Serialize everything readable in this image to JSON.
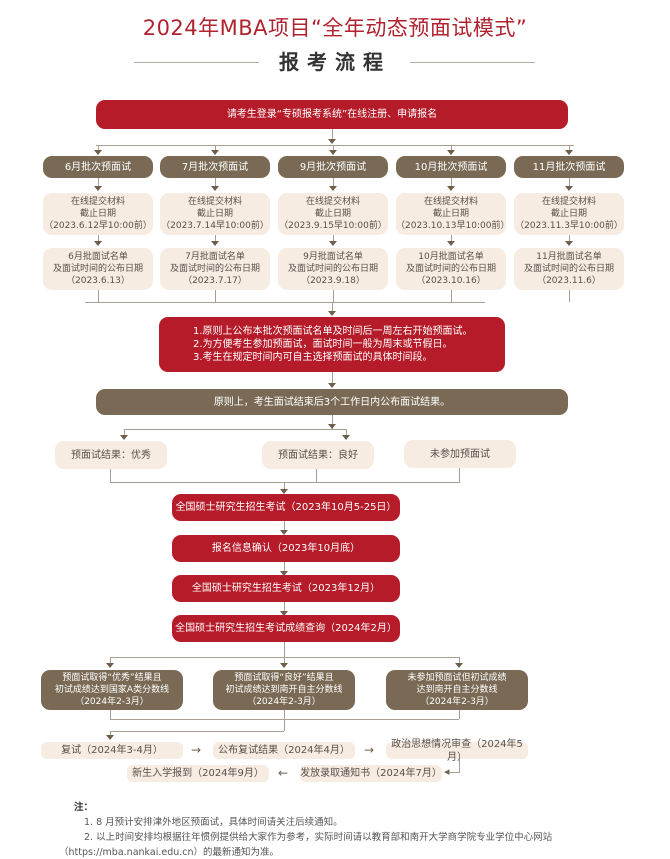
{
  "header": {
    "title": "2024年MBA项目“全年动态预面试模式”",
    "subtitle": "报考流程"
  },
  "colors": {
    "red": "#b51b28",
    "brown": "#7a6a55",
    "beige": "#f6ece2",
    "title_red": "#b0222e",
    "connector": "#a89e92"
  },
  "step_register": "请考生登录“专硕报考系统”在线注册、申请报名",
  "batches": [
    {
      "label": "6月批次预面试",
      "submit": [
        "在线提交材料",
        "截止日期",
        "（2023.6.12早10:00前）"
      ],
      "announce": [
        "6月批面试名单",
        "及面试时间的公布日期",
        "（2023.6.13）"
      ]
    },
    {
      "label": "7月批次预面试",
      "submit": [
        "在线提交材料",
        "截止日期",
        "（2023.7.14早10:00前）"
      ],
      "announce": [
        "7月批面试名单",
        "及面试时间的公布日期",
        "（2023.7.17）"
      ]
    },
    {
      "label": "9月批次预面试",
      "submit": [
        "在线提交材料",
        "截止日期",
        "（2023.9.15早10:00前）"
      ],
      "announce": [
        "9月批面试名单",
        "及面试时间的公布日期",
        "（2023.9.18）"
      ]
    },
    {
      "label": "10月批次预面试",
      "submit": [
        "在线提交材料",
        "截止日期",
        "（2023.10.13早10:00前）"
      ],
      "announce": [
        "10月批面试名单",
        "及面试时间的公布日期",
        "（2023.10.16）"
      ]
    },
    {
      "label": "11月批次预面试",
      "submit": [
        "在线提交材料",
        "截止日期",
        "（2023.11.3早10:00前）"
      ],
      "announce": [
        "11月批面试名单",
        "及面试时间的公布日期",
        "（2023.11.6）"
      ]
    }
  ],
  "rules": [
    "1.原则上公布本批次预面试名单及时间后一周左右开始预面试。",
    "2.为方便考生参加预面试，面试时间一般为周末或节假日。",
    "3.考生在规定时间内可自主选择预面试的具体时间段。"
  ],
  "result_notice": "原则上，考生面试结束后3个工作日内公布面试结果。",
  "results": [
    "预面试结果：优秀",
    "预面试结果：良好",
    "未参加预面试"
  ],
  "exam_steps": [
    "全国硕士研究生招生考试（2023年10月5-25日）",
    "报名信息确认（2023年10月底）",
    "全国硕士研究生招生考试（2023年12月）",
    "全国硕士研究生招生考试成绩查询（2024年2月）"
  ],
  "outcomes": [
    [
      "预面试取得“优秀”结果且",
      "初试成绩达到国家A类分数线",
      "（2024年2-3月）"
    ],
    [
      "预面试取得“良好”结果且",
      "初试成绩达到南开自主分数线",
      "（2024年2-3月）"
    ],
    [
      "未参加预面试但初试成绩",
      "达到南开自主分数线",
      "（2024年2-3月）"
    ]
  ],
  "final_steps": {
    "retest": "复试（2024年3-4月）",
    "publish": "公布复试结果（2024年4月）",
    "political": "政治思想情况审查（2024年5月）",
    "offer": "发放录取通知书（2024年7月）",
    "enroll": "新生入学报到（2024年9月）"
  },
  "notes": {
    "heading": "注：",
    "items": [
      "1. 8 月预计安排津外地区预面试，具体时间请关注后续通知。",
      "2. 以上时间安排均根据往年惯例提供给大家作为参考，实际时间请以教育部和南开大学商学院专业学位中心网站",
      "（https://mba.nankai.edu.cn）的最新通知为准。"
    ]
  }
}
